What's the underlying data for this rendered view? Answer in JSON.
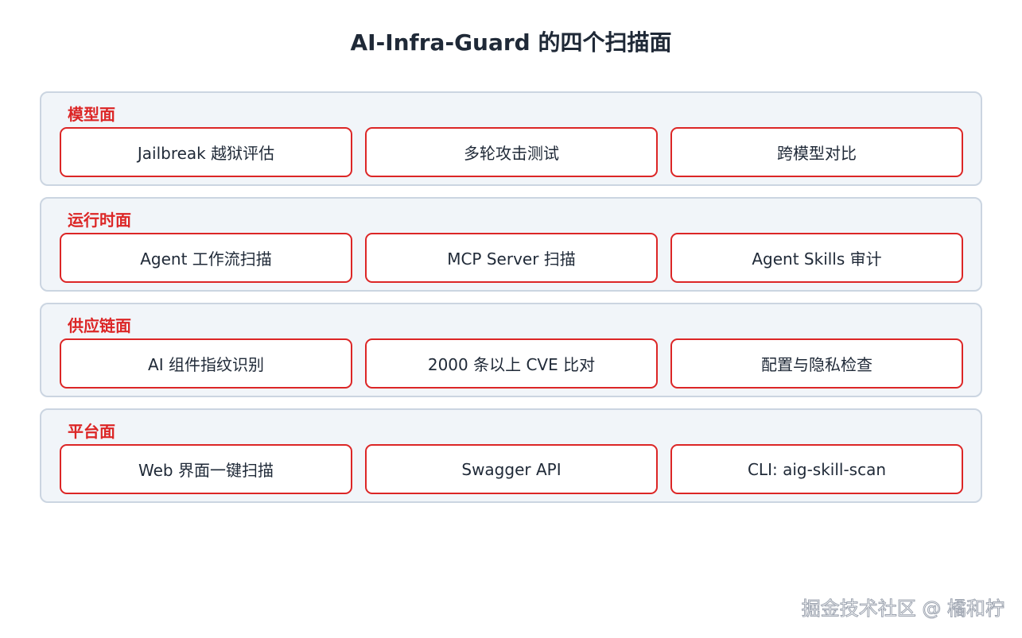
{
  "title": "AI-Infra-Guard 的四个扫描面",
  "sections": [
    {
      "label": "模型面",
      "items": [
        "Jailbreak 越狱评估",
        "多轮攻击测试",
        "跨模型对比"
      ]
    },
    {
      "label": "运行时面",
      "items": [
        "Agent 工作流扫描",
        "MCP Server 扫描",
        "Agent Skills 审计"
      ]
    },
    {
      "label": "供应链面",
      "items": [
        "AI 组件指纹识别",
        "2000 条以上 CVE 比对",
        "配置与隐私检查"
      ]
    },
    {
      "label": "平台面",
      "items": [
        "Web 界面一键扫描",
        "Swagger API",
        "CLI: aig-skill-scan"
      ]
    }
  ],
  "watermark": "掘金技术社区 @ 橘和柠",
  "colors": {
    "accent": "#dc2626",
    "panel_bg": "#f1f5f9",
    "panel_border": "#cbd5e1",
    "text": "#1f2937"
  }
}
